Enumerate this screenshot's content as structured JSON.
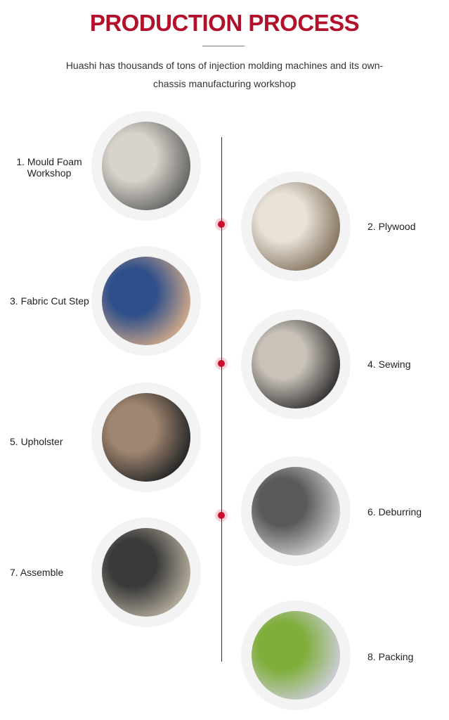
{
  "header": {
    "title": "PRODUCTION PROCESS",
    "subtitle_line1": "Huashi has thousands of tons of injection molding machines and its own-",
    "subtitle_line2": "chassis manufacturing workshop"
  },
  "steps": [
    {
      "label": "1. Mould Foam",
      "label2": "Workshop",
      "colors": [
        "#d8d4cc",
        "#6b6a68"
      ]
    },
    {
      "label": "2. Plywood",
      "colors": [
        "#e8e2d8",
        "#8a7a66"
      ]
    },
    {
      "label": "3. Fabric Cut Step",
      "colors": [
        "#2f4f8a",
        "#c9a58a"
      ]
    },
    {
      "label": "4. Sewing",
      "colors": [
        "#c8c2b8",
        "#3a3838"
      ]
    },
    {
      "label": "5. Upholster",
      "colors": [
        "#a08670",
        "#2a2a2a"
      ]
    },
    {
      "label": "6. Deburring",
      "colors": [
        "#5a5a5a",
        "#c8c8c8"
      ]
    },
    {
      "label": "7. Assemble",
      "colors": [
        "#3a3a3a",
        "#b0a898"
      ]
    },
    {
      "label": "8. Packing",
      "colors": [
        "#7fae3a",
        "#c8ccd0"
      ]
    }
  ]
}
